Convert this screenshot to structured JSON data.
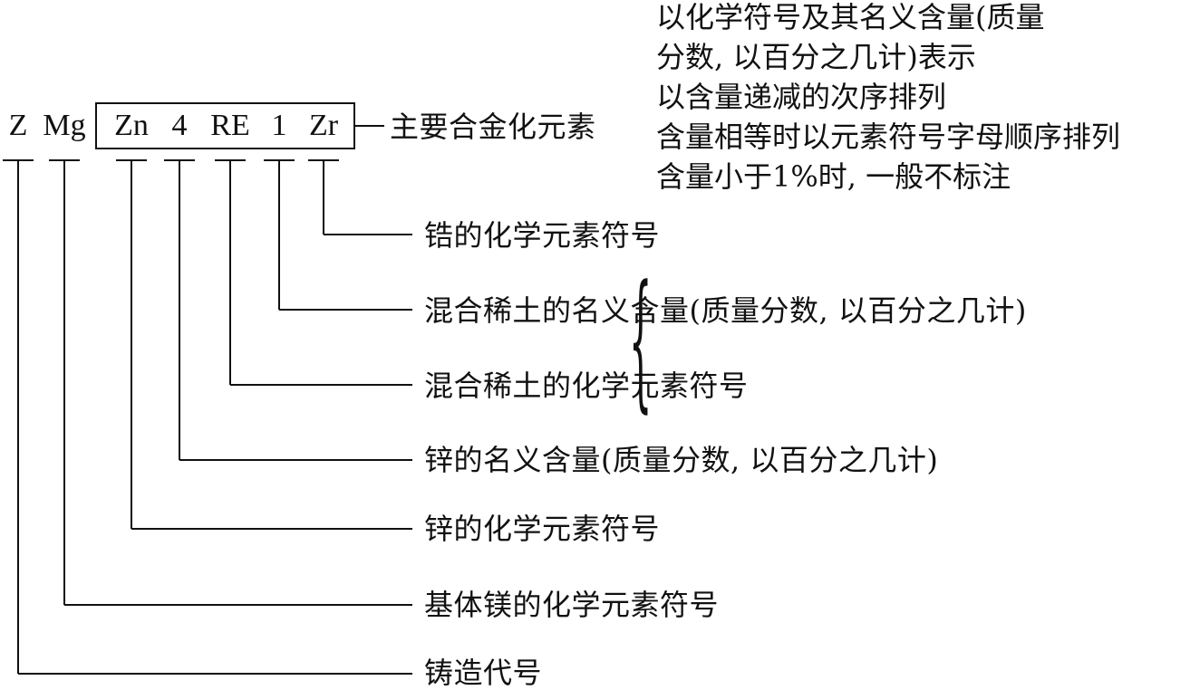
{
  "tokens": [
    "Z",
    "Mg",
    "Zn",
    "4",
    "RE",
    "1",
    "Zr"
  ],
  "group_label": "主要合金化元素",
  "notes": [
    "以化学符号及其名义含量(质量",
    "分数, 以百分之几计)表示",
    "以含量递减的次序排列",
    "含量相等时以元素符号字母顺序排列",
    "含量小于1%时, 一般不标注"
  ],
  "callouts": [
    {
      "token_index": 6,
      "text": "锆的化学元素符号"
    },
    {
      "token_index": 5,
      "text": "混合稀土的名义含量(质量分数, 以百分之几计)"
    },
    {
      "token_index": 4,
      "text": "混合稀土的化学元素符号"
    },
    {
      "token_index": 3,
      "text": "锌的名义含量(质量分数, 以百分之几计)"
    },
    {
      "token_index": 2,
      "text": "锌的化学元素符号"
    },
    {
      "token_index": 1,
      "text": "基体镁的化学元素符号"
    },
    {
      "token_index": 0,
      "text": "铸造代号"
    }
  ]
}
